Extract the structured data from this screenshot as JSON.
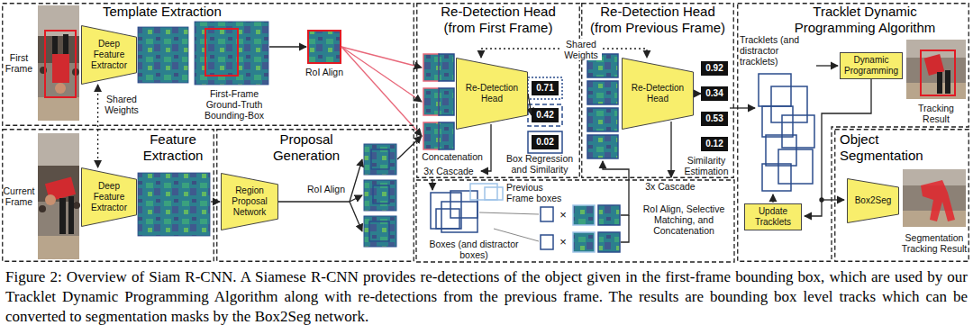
{
  "diagram": {
    "caption": "Figure 2: Overview of Siam R-CNN. A Siamese R-CNN provides re-detections of the object given in the first-frame bounding box, which are used by our Tracklet Dynamic Programming Algorithm along with re-detections from the previous frame. The results are bounding box level tracks which can be converted to segmentation masks by the Box2Seg network.",
    "nodes": [
      {
        "text": [
          "Template Extraction"
        ]
      },
      {
        "text": [
          "Deep Feature Extractor"
        ],
        "in": 0
      },
      {
        "text": [
          "Feature Extraction"
        ]
      },
      {
        "text": [
          "Deep Feature Extractor"
        ],
        "in": 2
      },
      {
        "text": [
          "Proposal Generation"
        ]
      },
      {
        "text": [
          "Region Proposal Network"
        ],
        "in": 4
      },
      {
        "text": [
          "Re-Detection Head (from First Frame)"
        ]
      },
      {
        "text": [
          "Re-Detection Head"
        ],
        "in": 6
      },
      {
        "text": [
          "0.71"
        ],
        "in": 6
      },
      {
        "text": [
          "0.42"
        ],
        "in": 6
      },
      {
        "text": [
          "0.02"
        ],
        "in": 6
      },
      {
        "text": [
          "Re-Detection Head (from Previous Frame)"
        ]
      },
      {
        "text": [
          "Re-Detection Head"
        ],
        "in": 11
      },
      {
        "text": [
          "0.92"
        ],
        "in": 11
      },
      {
        "text": [
          "0.34"
        ],
        "in": 11
      },
      {
        "text": [
          "0.53"
        ],
        "in": 11
      },
      {
        "text": [
          "0.12"
        ],
        "in": 11
      },
      {
        "text": [
          "Tracklet Dynamic Programming Algorithm"
        ]
      },
      {
        "text": [
          "Dynamic Programming"
        ],
        "in": 17
      },
      {
        "text": [
          "Update Tracklets"
        ],
        "in": 17
      },
      {
        "text": [
          "Object Segmentation"
        ]
      },
      {
        "text": [
          "Box2Seg"
        ],
        "in": 20
      }
    ],
    "edges": [
      {
        "from": 1,
        "to": 3,
        "label": "Shared Weights",
        "arrow": "both"
      },
      {
        "from": 7,
        "to": 12,
        "label": "Shared Weights",
        "arrow": "both"
      },
      {
        "from": 7,
        "to": 9,
        "arrow": "to"
      },
      {
        "from": 12,
        "to": 14,
        "arrow": "to"
      }
    ],
    "labels": [
      "First Frame",
      "First-Frame Ground-Truth Bounding-Box",
      "RoI Align",
      "Concatenation",
      "Box Regression and Similarity",
      "3x Cascade",
      "Similarity Estimation",
      "3x Cascade",
      "Tracklets (and distractor tracklets)",
      "Tracking Result",
      "Current Frame",
      "RoI Align",
      "Previous Frame boxes",
      "Boxes (and distractor boxes)",
      "×",
      "×",
      "RoI Align, Selective Matching, and Concatenation",
      "Segmentation Tracking Result"
    ]
  }
}
